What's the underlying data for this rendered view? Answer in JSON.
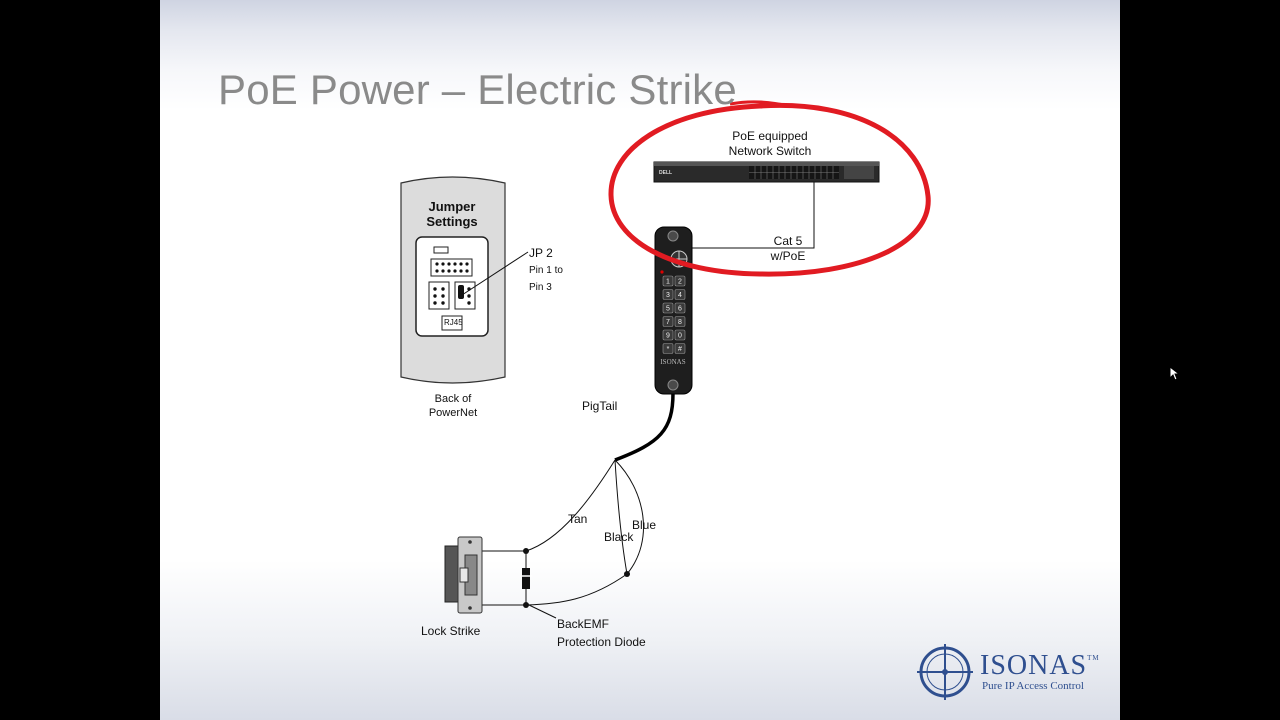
{
  "slide": {
    "title": "PoE Power – Electric Strike"
  },
  "labels": {
    "jumper_settings_1": "Jumper",
    "jumper_settings_2": "Settings",
    "rj45": "RJ45",
    "jp2": "JP 2",
    "pin1": "Pin 1 to",
    "pin3": "Pin 3",
    "back_of_1": "Back of",
    "back_of_2": "PowerNet",
    "switch_1": "PoE equipped",
    "switch_2": "Network Switch",
    "cat5_1": "Cat 5",
    "cat5_2": "w/PoE",
    "pigtail": "PigTail",
    "tan": "Tan",
    "black": "Black",
    "blue": "Blue",
    "lock_strike": "Lock Strike",
    "diode_1": "BackEMF",
    "diode_2": "Protection Diode",
    "switch_brand": "DELL",
    "reader_brand": "ISONAS"
  },
  "keypad": [
    "1",
    "2",
    "3",
    "4",
    "5",
    "6",
    "7",
    "8",
    "9",
    "0",
    "*",
    "#"
  ],
  "logo": {
    "name": "ISONAS",
    "trademark": "TM",
    "tagline": "Pure IP Access Control"
  },
  "colors": {
    "title": "#8a8a8a",
    "highlight_circle": "#e11b22",
    "logo": "#2f4f8f"
  }
}
